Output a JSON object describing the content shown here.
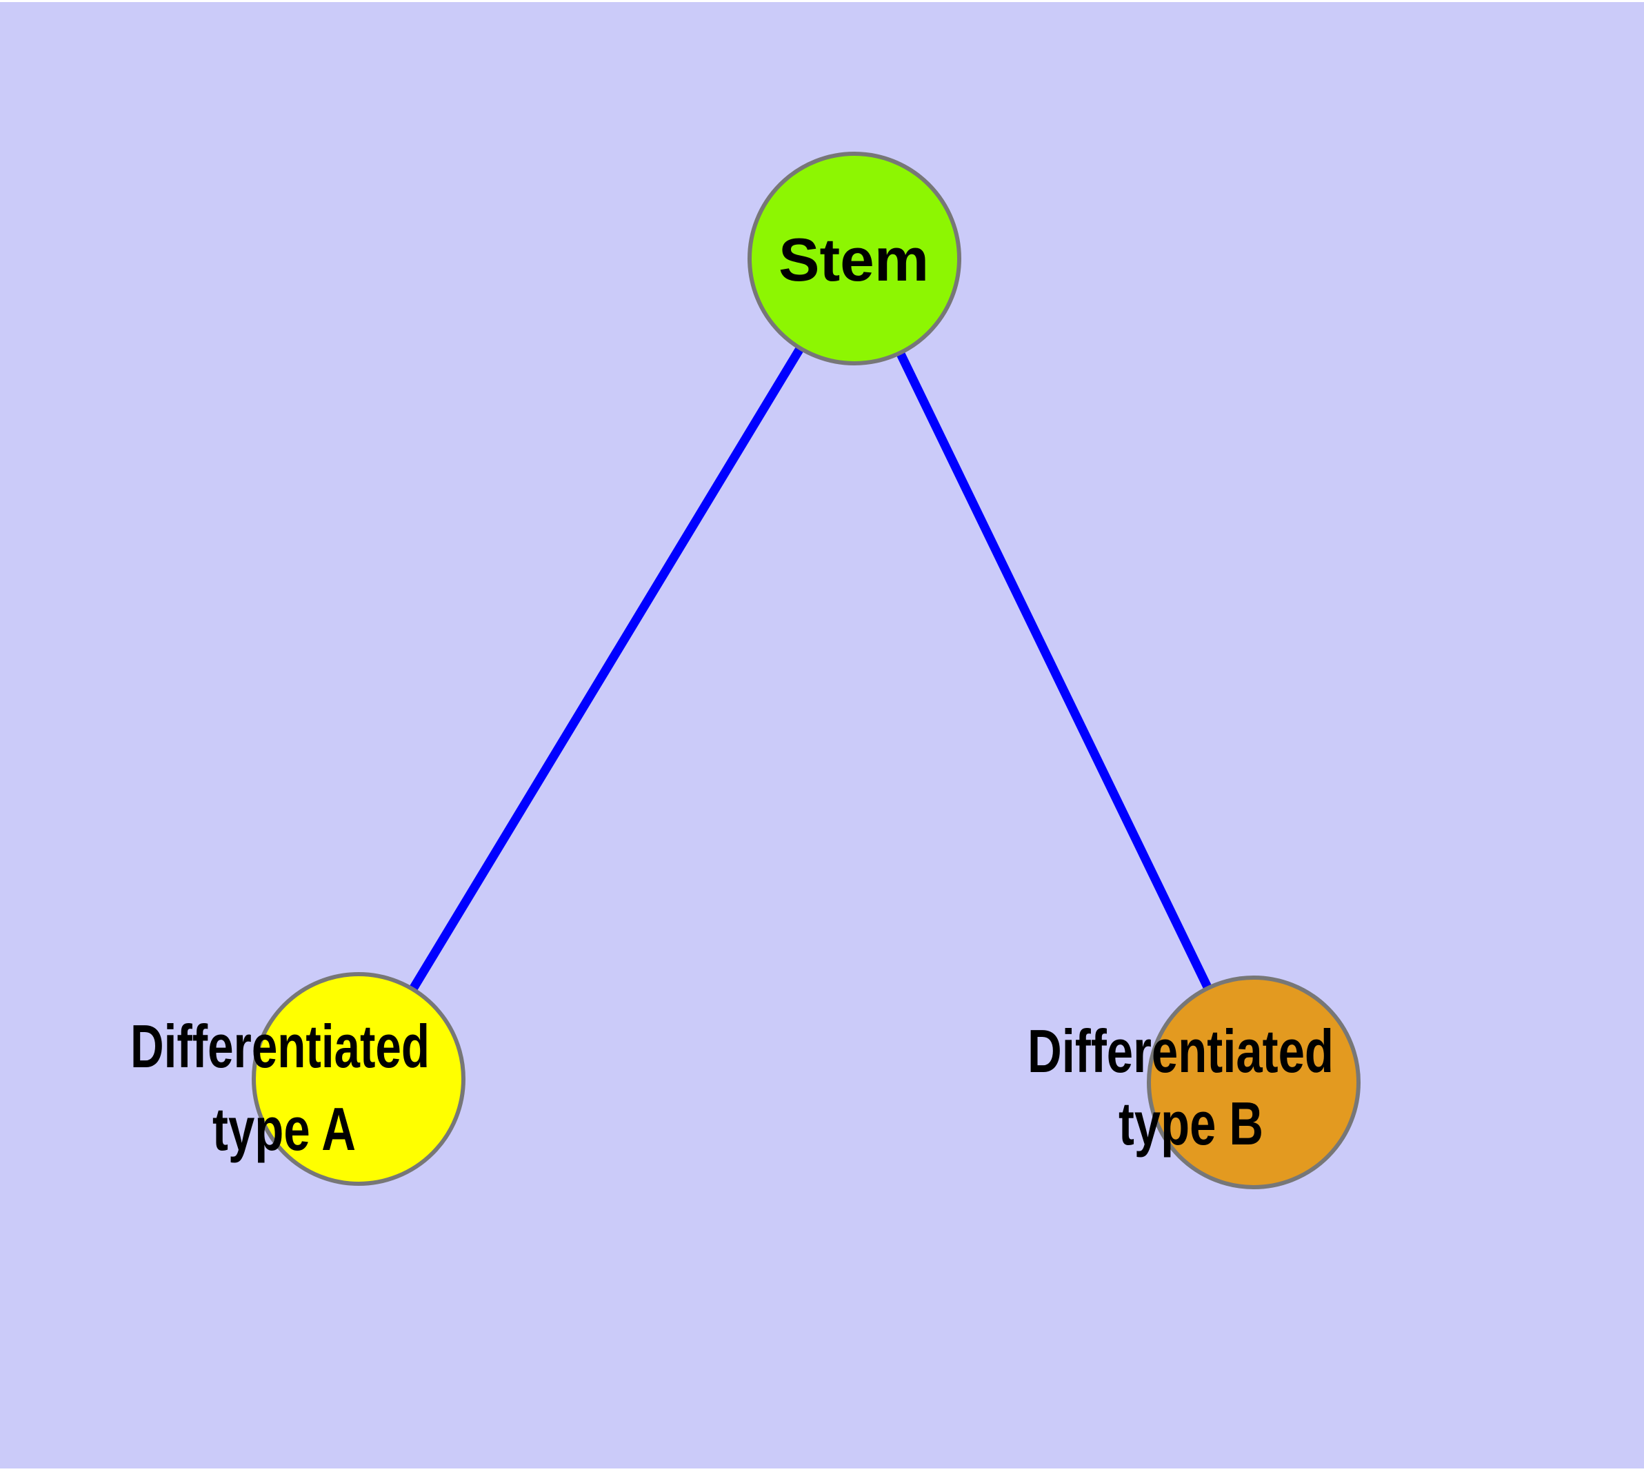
{
  "diagram": {
    "type": "network-graph",
    "background_color": "#CBCBF9",
    "margin_color": "#FFFFFF",
    "edge_color": "#0000FF",
    "node_border_color": "#777777",
    "label_color": "#000000",
    "nodes": [
      {
        "id": "stem",
        "label": "Stem",
        "fill": "#8DF602",
        "shape": "circle"
      },
      {
        "id": "differentiated-type-a",
        "label_lines": [
          "Differentiated",
          "type A"
        ],
        "fill": "#FFFF00",
        "shape": "circle"
      },
      {
        "id": "differentiated-type-b",
        "label_lines": [
          "Differentiated",
          "type B"
        ],
        "fill": "#E39A20",
        "shape": "circle"
      }
    ],
    "edges": [
      {
        "from": "Stem",
        "to": "Differentiated type A"
      },
      {
        "from": "Stem",
        "to": "Differentiated type B"
      }
    ]
  }
}
